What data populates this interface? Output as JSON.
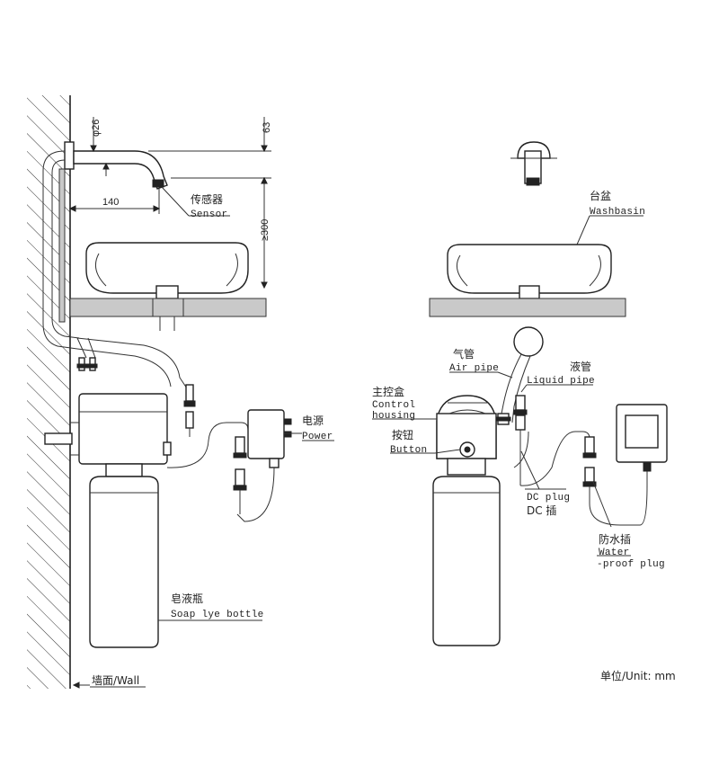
{
  "left_view": {
    "dimensions": {
      "pipe_diameter": "φ26",
      "spout_height": "63",
      "spout_reach": "140",
      "min_clearance": "≥300"
    },
    "labels": {
      "sensor_cn": "传感器",
      "sensor_en": "Sensor",
      "power_cn": "电源",
      "power_en": "Power",
      "bottle_cn": "皂液瓶",
      "bottle_en": "Soap lye bottle",
      "wall_cn_en": "墙面/Wall"
    }
  },
  "right_view": {
    "labels": {
      "washbasin_cn": "台盆",
      "washbasin_en": "Washbasin",
      "air_pipe_cn": "气管",
      "air_pipe_en": "Air pipe",
      "liquid_pipe_cn": "液管",
      "liquid_pipe_en": "Liquid pipe",
      "control_cn": "主控盒",
      "control_en_1": "Control",
      "control_en_2": "housing",
      "button_cn": "按钮",
      "button_en": "Button",
      "dc_plug_en": "DC plug",
      "dc_plug_cn": "DC 插",
      "waterproof_cn": "防水插",
      "waterproof_en_1": "Water",
      "waterproof_en_2": "-proof plug"
    }
  },
  "unit_note": "单位/Unit: mm"
}
